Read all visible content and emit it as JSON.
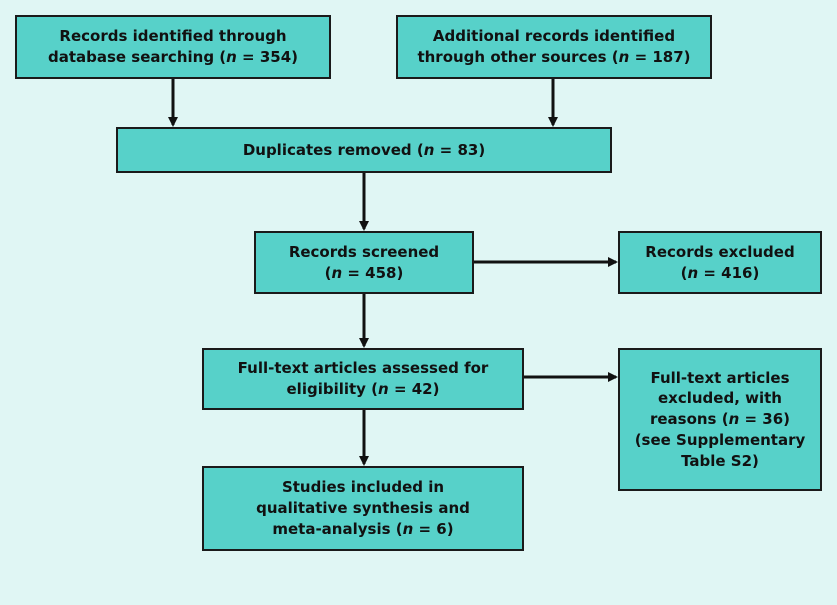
{
  "diagram": {
    "type": "PRISMA flow diagram",
    "colors": {
      "background": "#e0f6f4",
      "box_fill": "#57d1c9",
      "box_border": "#1a1a1a",
      "arrow": "#111111"
    },
    "boxes": {
      "db_search": {
        "line1": "Records identified through",
        "line2_pre": "database searching (",
        "n_label": "n",
        "line2_post": " = 354)"
      },
      "other_sources": {
        "line1": "Additional records identified",
        "line2_pre": "through other sources (",
        "n_label": "n",
        "line2_post": " = 187)"
      },
      "duplicates": {
        "line1_pre": "Duplicates removed (",
        "n_label": "n",
        "line1_post": " = 83)"
      },
      "screened": {
        "line1": "Records screened",
        "line2_pre": "(",
        "n_label": "n",
        "line2_post": " = 458)"
      },
      "excluded": {
        "line1": "Records excluded",
        "line2_pre": "(",
        "n_label": "n",
        "line2_post": " = 416)"
      },
      "fulltext": {
        "line1": "Full-text articles assessed for",
        "line2_pre": "eligibility (",
        "n_label": "n",
        "line2_post": " = 42)"
      },
      "fulltext_excluded": {
        "line1": "Full-text articles",
        "line2": "excluded, with",
        "line3_pre": "reasons (",
        "n_label": "n",
        "line3_post": " = 36)",
        "line4": "(see Supplementary",
        "line5": "Table S2)"
      },
      "included": {
        "line1": "Studies included in",
        "line2": "qualitative synthesis and",
        "line3_pre": "meta-analysis (",
        "n_label": "n",
        "line3_post": " = 6)"
      }
    }
  }
}
